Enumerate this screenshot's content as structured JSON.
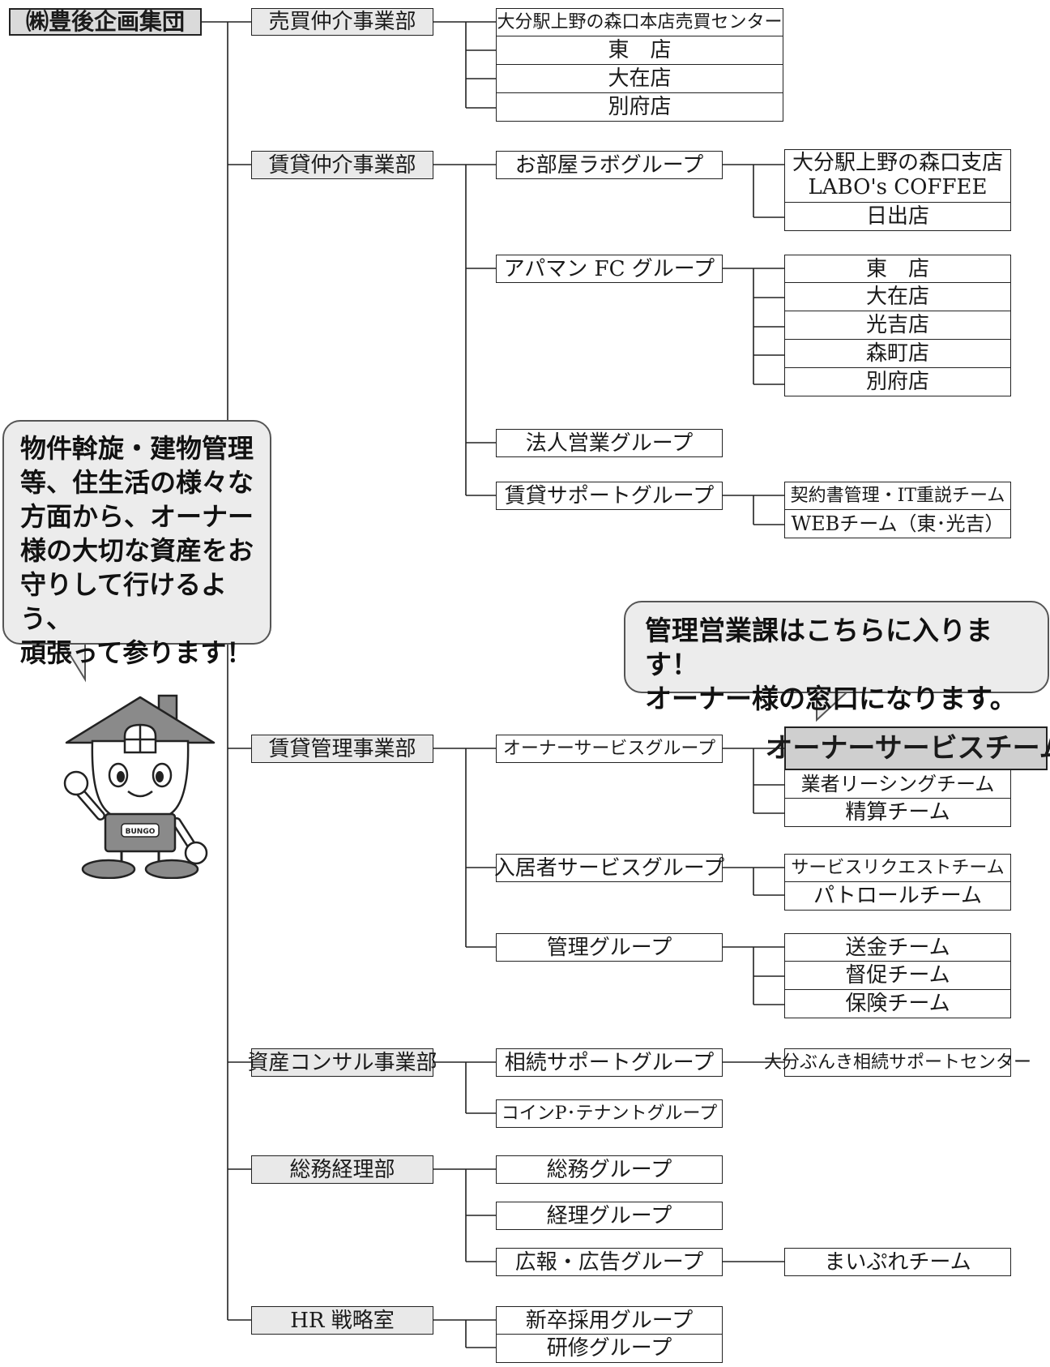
{
  "root": "㈱豊後企画集団",
  "bubble_left_lines": [
    "物件斡旋・建物管理",
    "等、住生活の様々な",
    "方面から、オーナー",
    "様の大切な資産をお",
    "守りして行けるよう、",
    "頑張って参ります！"
  ],
  "bubble_right_lines": [
    "管理営業課はこちらに入ります！",
    "オーナー様の窓口になります。"
  ],
  "mascot_shirt_text": "BUNGO",
  "departments": {
    "sales": "売買仲介事業部",
    "rental": "賃貸仲介事業部",
    "management": "賃貸管理事業部",
    "asset": "資産コンサル事業部",
    "general": "総務経理部",
    "hr": "HR 戦略室"
  },
  "sales_units": [
    "大分駅上野の森口本店売買センター",
    "東　店",
    "大在店",
    "別府店"
  ],
  "rental_groups": {
    "oheya": "お部屋ラボグループ",
    "apaman": "アパマン FC グループ",
    "corporate": "法人営業グループ",
    "support": "賃貸サポートグループ"
  },
  "oheya_units": [
    [
      "大分駅上野の森口支店",
      "LABO's COFFEE"
    ],
    "日出店"
  ],
  "apaman_units": [
    "東　店",
    "大在店",
    "光吉店",
    "森町店",
    "別府店"
  ],
  "support_units": [
    "契約書管理・IT重説チーム",
    "WEBチーム（東･光吉）"
  ],
  "management_groups": {
    "owner": "オーナーサービスグループ",
    "tenant": "入居者サービスグループ",
    "admin": "管理グループ"
  },
  "owner_units": [
    "オーナーサービスチーム",
    "業者リーシングチーム",
    "精算チーム"
  ],
  "tenant_units": [
    "サービスリクエストチーム",
    "パトロールチーム"
  ],
  "admin_units": [
    "送金チーム",
    "督促チーム",
    "保険チーム"
  ],
  "asset_groups": [
    "相続サポートグループ",
    "コインP･テナントグループ"
  ],
  "asset_units": [
    "大分ぶんき相続サポートセンター"
  ],
  "general_groups": [
    "総務グループ",
    "経理グループ",
    "広報・広告グループ"
  ],
  "general_units": [
    "まいぷれチーム"
  ],
  "hr_groups": [
    "新卒採用グループ",
    "研修グループ"
  ],
  "colors": {
    "line": "#222222",
    "dept_fill": "#e9e9e9",
    "highlight_fill": "#cfcfcf",
    "bubble_fill": "#ececec",
    "mascot_gray": "#8a8a8a"
  }
}
